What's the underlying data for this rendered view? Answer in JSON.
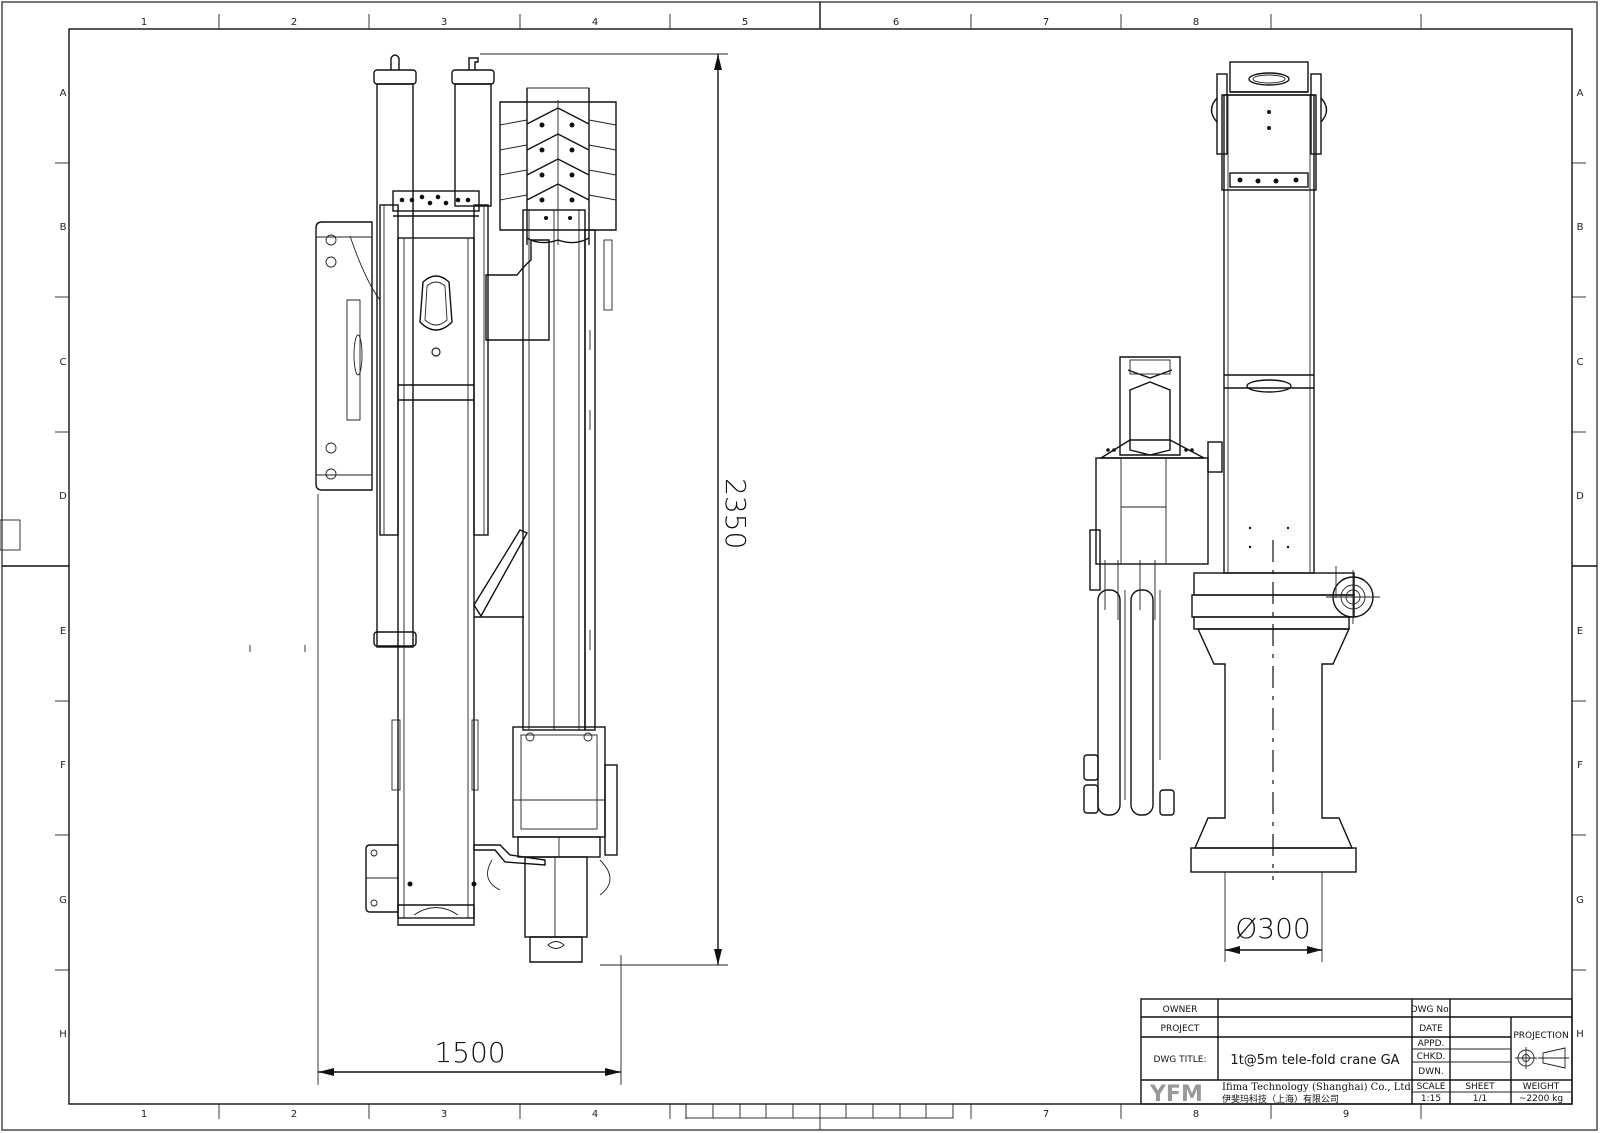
{
  "drawing": {
    "type": "engineering-general-arrangement",
    "column_labels_top": [
      "1",
      "2",
      "3",
      "4",
      "5",
      "6",
      "7",
      "8"
    ],
    "column_labels_bottom": [
      "1",
      "2",
      "3",
      "4",
      "7",
      "8",
      "9"
    ],
    "row_labels": [
      "A",
      "B",
      "C",
      "D",
      "E",
      "F",
      "G",
      "H"
    ],
    "views": {
      "side_view": {
        "label": "side-view-folded-crane"
      },
      "front_view": {
        "label": "front-view-crane-on-pedestal"
      }
    },
    "dimensions": {
      "overall_height": "2350",
      "overall_width": "1500",
      "pedestal_diameter": "Ø300"
    }
  },
  "title_block": {
    "owner_label": "OWNER",
    "owner_value": "",
    "project_label": "PROJECT",
    "project_value": "",
    "dwg_title_label": "DWG TITLE:",
    "dwg_title_value": "1t@5m tele-fold crane GA",
    "dwg_no_label": "DWG No.",
    "dwg_no_value": "",
    "date_label": "DATE",
    "date_value": "",
    "appd_label": "APPD.",
    "chkd_label": "CHKD.",
    "dwn_label": "DWN.",
    "projection_label": "PROJECTION",
    "logo_text": "YFM",
    "company_en": "Ifima Technology (Shanghai) Co., Ltd.",
    "company_cn": "伊斐玛科技（上海）有限公司",
    "scale_label": "SCALE",
    "scale_value": "1:15",
    "sheet_label": "SHEET",
    "sheet_value": "1/1",
    "weight_label": "WEIGHT",
    "weight_value": "~2200 kg"
  }
}
